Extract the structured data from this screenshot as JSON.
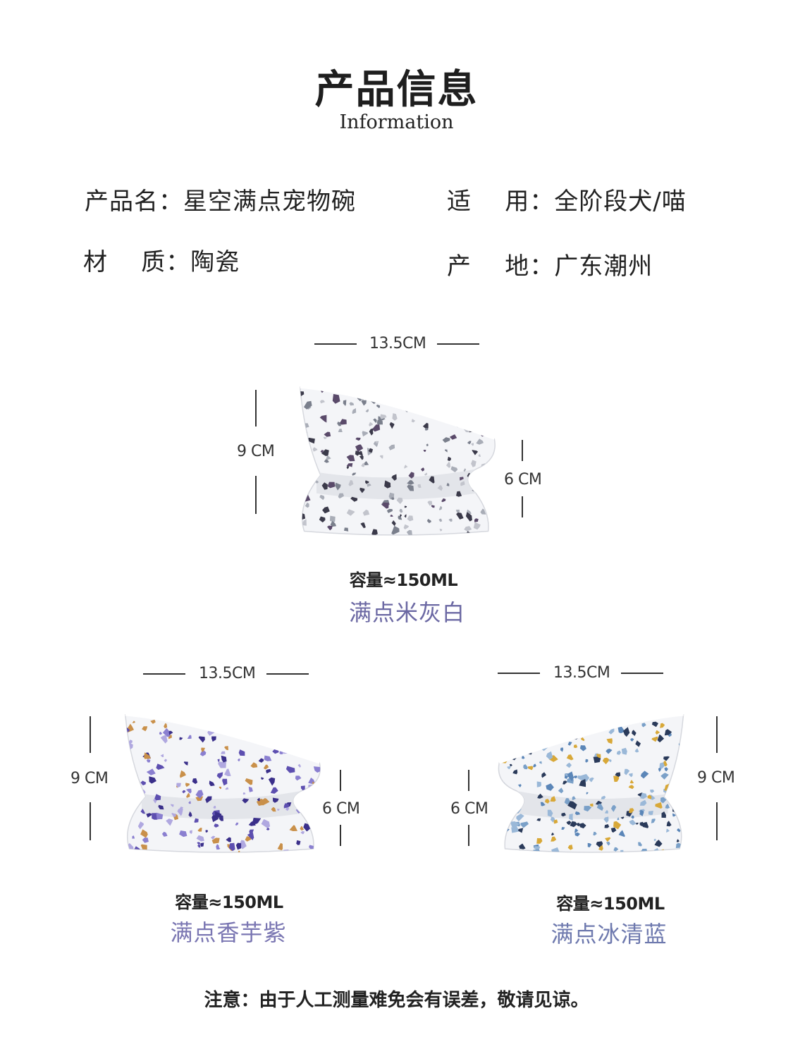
{
  "header": {
    "title": "产品信息",
    "subtitle": "Information"
  },
  "specs": {
    "name_label": "产品名：",
    "name_value": "星空满点宠物碗",
    "use_label": "适    用：",
    "use_value": "全阶段犬/喵",
    "material_label": "材    质：",
    "material_value": "陶瓷",
    "origin_label": "产    地：",
    "origin_value": "广东潮州"
  },
  "products": [
    {
      "width": "13.5CM",
      "height_back": "9 CM",
      "height_front": "6 CM",
      "capacity": "容量≈150ML",
      "color_name": "满点米灰白",
      "name_color": "#6b68a3",
      "speck_colors": [
        "#7a7f8c",
        "#a9adb7",
        "#3b3a4a",
        "#5a4a6a",
        "#c2c4cc"
      ]
    },
    {
      "width": "13.5CM",
      "height_back": "9 CM",
      "height_front": "6 CM",
      "capacity": "容量≈150ML",
      "color_name": "满点香芋紫",
      "name_color": "#7a76b2",
      "speck_colors": [
        "#5d4fb0",
        "#8a7fd0",
        "#3a2f8a",
        "#c9904a",
        "#b0a8e0"
      ]
    },
    {
      "width": "13.5CM",
      "height_back": "9 CM",
      "height_front": "6 CM",
      "capacity": "容量≈150ML",
      "color_name": "满点冰清蓝",
      "name_color": "#6e79ae",
      "speck_colors": [
        "#5b86b8",
        "#9ab8d8",
        "#2a3a5a",
        "#d8a838",
        "#7aa0c8"
      ]
    }
  ],
  "footer": {
    "note": "注意：由于人工测量难免会有误差，敬请见谅。"
  }
}
